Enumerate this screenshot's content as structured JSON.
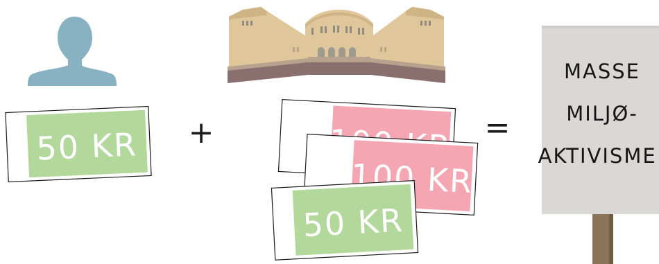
{
  "person": {
    "icon": "person-silhouette-icon",
    "color": "#88b1c1"
  },
  "building": {
    "icon": "parliament-building-icon",
    "color": "#dfc79b",
    "base_color": "#8a6f6f"
  },
  "citizen_note": {
    "label": "50 KR",
    "color": "#b2d89b"
  },
  "plus_symbol": "+",
  "equals_symbol": "=",
  "state_notes": [
    {
      "label": "100 KR",
      "color": "#f4a6b3"
    },
    {
      "label": "100 KR",
      "color": "#f4a6b3"
    },
    {
      "label": "50 KR",
      "color": "#b2d89b"
    }
  ],
  "sign": {
    "lines": [
      "MASSE",
      "MILJØ-",
      "AKTIVISME!"
    ],
    "board_color": "#d9d8d5",
    "post_color": "#8a7356"
  }
}
